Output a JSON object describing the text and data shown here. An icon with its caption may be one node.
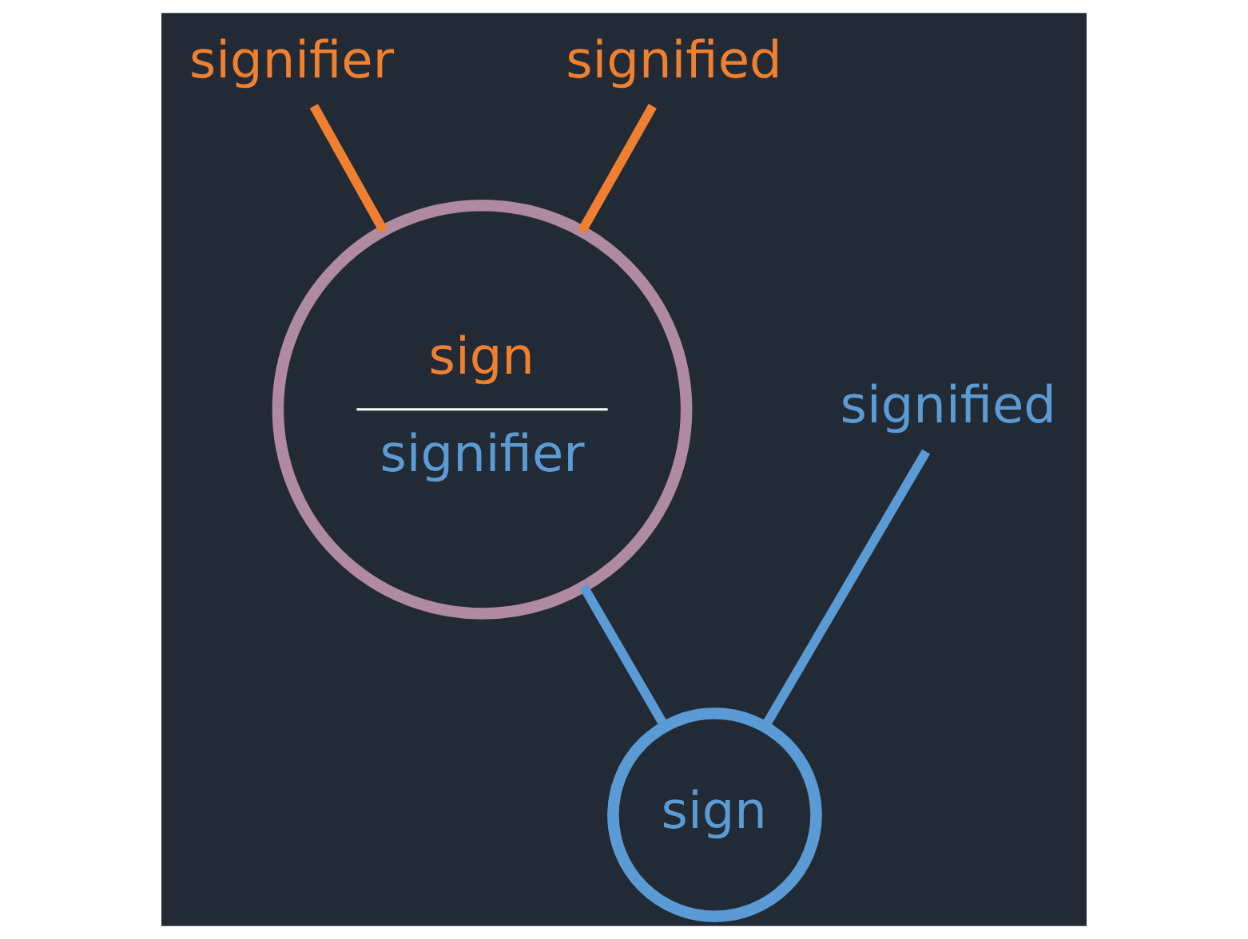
{
  "diagram": {
    "nodes": [
      {
        "text": [
          "signifier"
        ]
      },
      {
        "text": [
          "signified"
        ]
      },
      {
        "text": [
          "sign",
          "signifier"
        ]
      },
      {
        "text": [
          "signified"
        ]
      },
      {
        "text": [
          "sign"
        ]
      }
    ],
    "edges": [
      {
        "from": 0,
        "to": 2,
        "arrow": "none",
        "color": "#f08030"
      },
      {
        "from": 1,
        "to": 2,
        "arrow": "none",
        "color": "#f08030"
      },
      {
        "from": 2,
        "to": 4,
        "arrow": "none",
        "color": "#5b9bd5"
      },
      {
        "from": 3,
        "to": 4,
        "arrow": "none",
        "color": "#5b9bd5"
      }
    ]
  }
}
